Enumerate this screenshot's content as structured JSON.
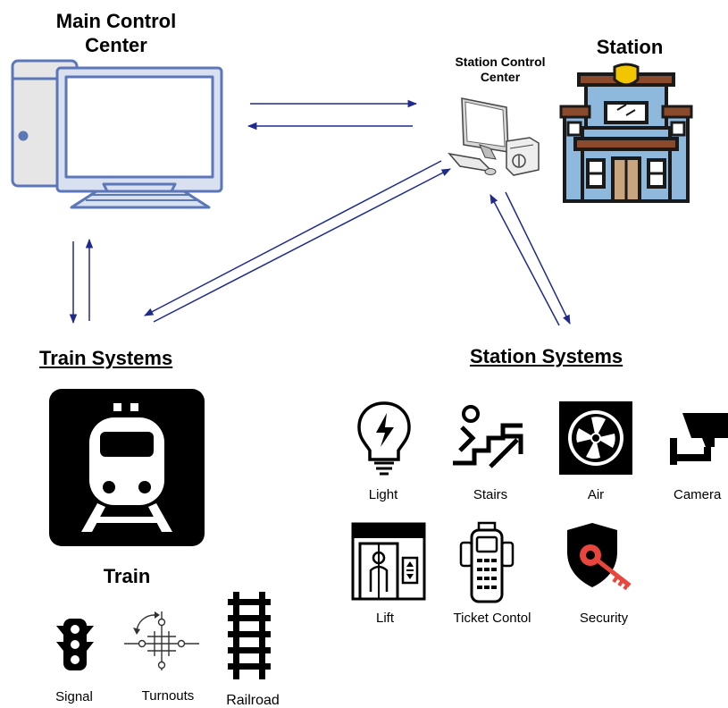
{
  "main_control": {
    "title_line1": "Main Control",
    "title_line2": "Center"
  },
  "station_control": {
    "title_line1": "Station Control",
    "title_line2": "Center"
  },
  "station": {
    "title": "Station"
  },
  "train_systems": {
    "title": "Train Systems",
    "train_label": "Train"
  },
  "station_systems": {
    "title": "Station Systems"
  },
  "train_items": [
    {
      "label": "Signal",
      "icon": "traffic-signal-icon"
    },
    {
      "label": "Turnouts",
      "icon": "turnouts-icon"
    },
    {
      "label": "Railroad",
      "icon": "railroad-track-icon"
    }
  ],
  "station_items": [
    {
      "label": "Light",
      "icon": "light-bulb-icon"
    },
    {
      "label": "Stairs",
      "icon": "escalator-icon"
    },
    {
      "label": "Air",
      "icon": "air-fan-icon"
    },
    {
      "label": "Camera",
      "icon": "camera-icon"
    },
    {
      "label": "Lift",
      "icon": "lift-icon"
    },
    {
      "label": "Ticket Contol",
      "icon": "ticket-machine-icon"
    },
    {
      "label": "Security",
      "icon": "security-shield-key-icon"
    }
  ],
  "colors": {
    "arrow": "#1f2a8c",
    "computer": "#5b77b8",
    "screen_fill": "#dbe3f2",
    "station_blue": "#8fb8dd",
    "station_brown": "#8b4a2b",
    "key_red": "#e8453c"
  }
}
